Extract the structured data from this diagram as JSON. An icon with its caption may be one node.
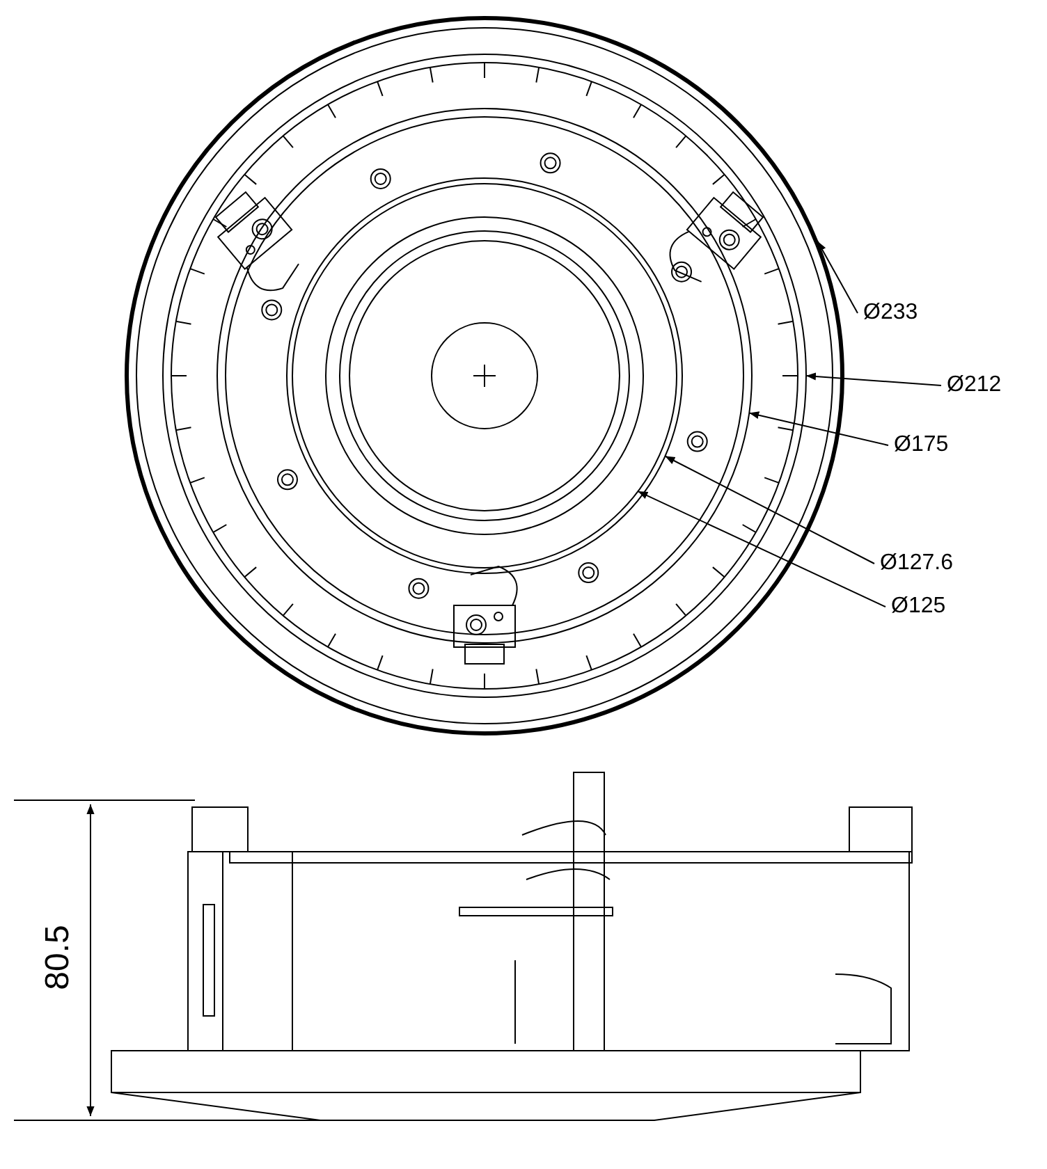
{
  "diagram": {
    "nodes": [
      {
        "text": [
          "Ø233"
        ]
      },
      {
        "text": [
          "Ø212"
        ]
      },
      {
        "text": [
          "Ø175"
        ]
      },
      {
        "text": [
          "Ø127.6"
        ]
      },
      {
        "text": [
          "Ø125"
        ]
      }
    ],
    "edges": [
      {
        "from": 0,
        "to": null,
        "arrow": "to"
      },
      {
        "from": 1,
        "to": null,
        "arrow": "to"
      },
      {
        "from": 2,
        "to": null,
        "arrow": "to"
      },
      {
        "from": 3,
        "to": null,
        "arrow": "to"
      },
      {
        "from": 4,
        "to": null,
        "arrow": "to"
      }
    ],
    "labels": [
      "80.5"
    ]
  }
}
